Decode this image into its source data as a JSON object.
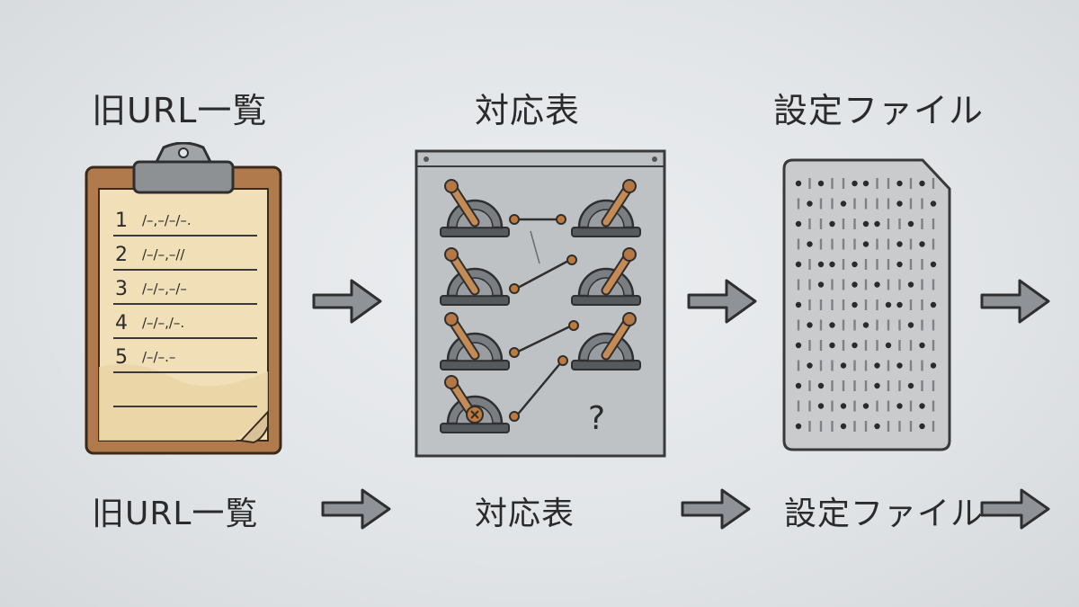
{
  "steps": [
    {
      "title": "旧URL一覧",
      "caption": "旧URL一覧",
      "icon": "clipboard-icon",
      "list_items": [
        {
          "number": "1",
          "text": "/–,–/–/–."
        },
        {
          "number": "2",
          "text": "/–/–,–//"
        },
        {
          "number": "3",
          "text": "/–/–,–/–"
        },
        {
          "number": "4",
          "text": "/–/–,/–."
        },
        {
          "number": "5",
          "text": "/–/–.–"
        }
      ]
    },
    {
      "title": "対応表",
      "caption": "対応表",
      "icon": "lever-mapping-board-icon",
      "unknown_mark": "?"
    },
    {
      "title": "設定ファイル",
      "caption": "設定ファイル",
      "icon": "punched-card-icon"
    }
  ],
  "arrow_icon": "right-arrow-icon",
  "colors": {
    "background": "#e1e4e7",
    "ink": "#2b2b2b",
    "clipboard_wood": "#b07a4c",
    "paper": "#f1dfb8",
    "board": "#bfc2c4",
    "card": "#c9cbcd",
    "accent_orange": "#c07a3a"
  }
}
